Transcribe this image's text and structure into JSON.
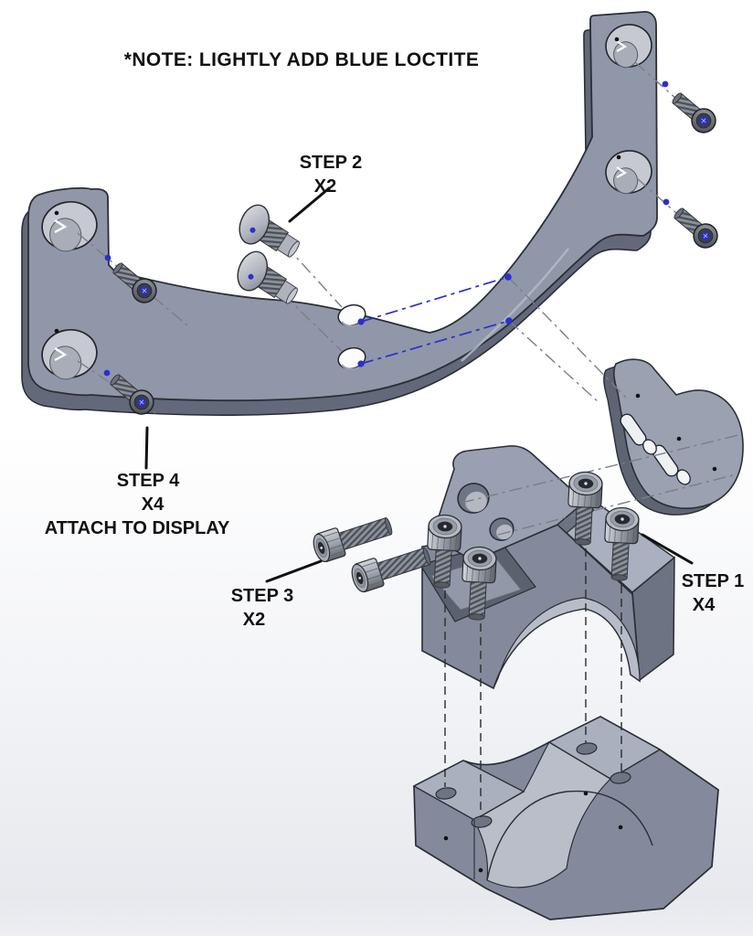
{
  "note": "*NOTE: LIGHTLY ADD BLUE LOCTITE",
  "steps": {
    "step1": {
      "title": "STEP 1",
      "qty": "X4"
    },
    "step2": {
      "title": "STEP 2",
      "qty": "X2"
    },
    "step3": {
      "title": "STEP 3",
      "qty": "X2"
    },
    "step4": {
      "title": "STEP 4",
      "qty": "X4",
      "note": "ATTACH TO DISPLAY"
    }
  },
  "colors": {
    "accent_blue": "#2a2fd0",
    "text": "#111111",
    "part_light": "#abb0bf",
    "part_mid": "#9097a8",
    "part_front": "#848a9b",
    "part_dark": "#63687a",
    "edge": "#2b2e35",
    "background_top": "#ffffff",
    "background_bottom": "#e7e9ee"
  }
}
